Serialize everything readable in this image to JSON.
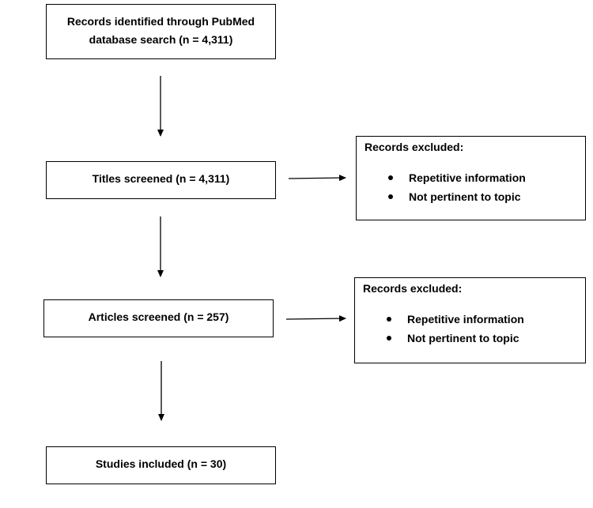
{
  "identified": "Records identified through PubMed database search (n = 4,311)",
  "titles_screened": "Titles screened (n = 4,311)",
  "articles_screened": "Articles screened (n = 257)",
  "studies_included": "Studies included (n = 30)",
  "exclusion_1": {
    "title": "Records excluded:",
    "items": [
      "Repetitive information",
      "Not pertinent to topic"
    ]
  },
  "exclusion_2": {
    "title": "Records excluded:",
    "items": [
      "Repetitive information",
      "Not pertinent to topic"
    ]
  }
}
